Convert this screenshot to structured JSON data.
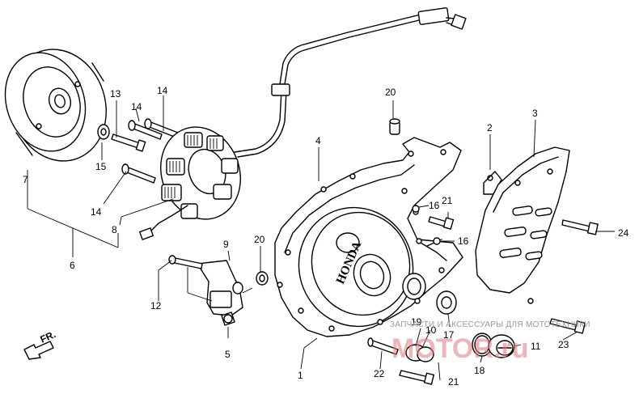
{
  "callouts": [
    {
      "id": "c1",
      "text": "1"
    },
    {
      "id": "c2",
      "text": "2"
    },
    {
      "id": "c3",
      "text": "3"
    },
    {
      "id": "c4",
      "text": "4"
    },
    {
      "id": "c5",
      "text": "5"
    },
    {
      "id": "c6",
      "text": "6"
    },
    {
      "id": "c7",
      "text": "7"
    },
    {
      "id": "c8",
      "text": "8"
    },
    {
      "id": "c9",
      "text": "9"
    },
    {
      "id": "c10",
      "text": "10"
    },
    {
      "id": "c11",
      "text": "11"
    },
    {
      "id": "c12",
      "text": "12"
    },
    {
      "id": "c13",
      "text": "13"
    },
    {
      "id": "c14a",
      "text": "14"
    },
    {
      "id": "c14b",
      "text": "14"
    },
    {
      "id": "c14c",
      "text": "14"
    },
    {
      "id": "c15",
      "text": "15"
    },
    {
      "id": "c16a",
      "text": "16"
    },
    {
      "id": "c16b",
      "text": "16"
    },
    {
      "id": "c17",
      "text": "17"
    },
    {
      "id": "c18",
      "text": "18"
    },
    {
      "id": "c19",
      "text": "19"
    },
    {
      "id": "c20a",
      "text": "20"
    },
    {
      "id": "c20b",
      "text": "20"
    },
    {
      "id": "c21a",
      "text": "21"
    },
    {
      "id": "c21b",
      "text": "21"
    },
    {
      "id": "c22",
      "text": "22"
    },
    {
      "id": "c23",
      "text": "23"
    },
    {
      "id": "c24",
      "text": "24"
    }
  ],
  "direction_marker": "FR.",
  "cover_brand": "HONDA",
  "watermark": {
    "line": "ЗАПЧАСТИ И АКСЕССУАРЫ ДЛЯ МОТОТЕХНИКИ",
    "logo": "MOTOR.ru"
  },
  "colors": {
    "line": "#000000",
    "background": "#ffffff",
    "watermark_logo": "#e07a7a",
    "watermark_text": "#9a9a9a"
  }
}
